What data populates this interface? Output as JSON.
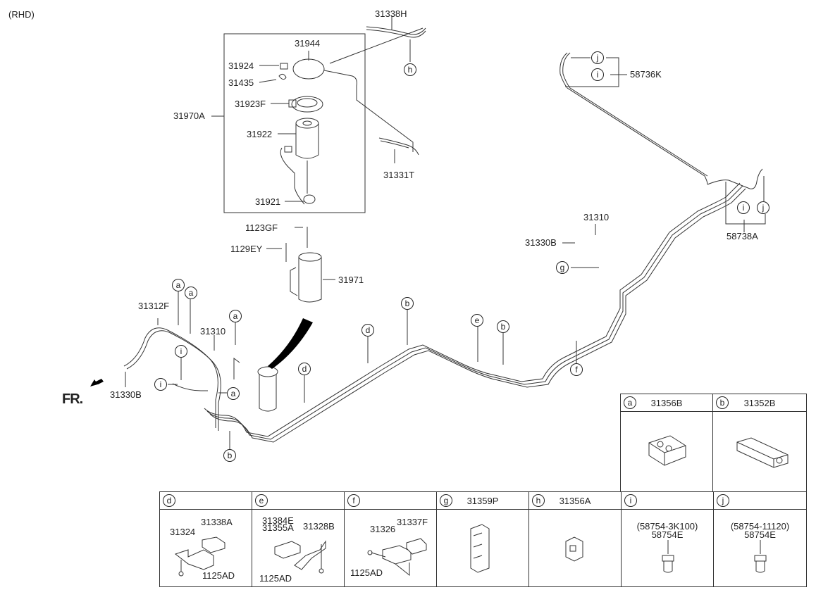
{
  "header": {
    "variant": "(RHD)"
  },
  "direction_marker": {
    "label": "FR.",
    "icon": "arrow-front-icon"
  },
  "assembly_box": {
    "code": "31970A",
    "parts": [
      "31944",
      "31924",
      "31435",
      "31923F",
      "31922",
      "31921"
    ]
  },
  "callouts": {
    "p31338H": "31338H",
    "p31331T": "31331T",
    "p1123GF": "1123GF",
    "p1129EY": "1129EY",
    "p31971": "31971",
    "p31312F": "31312F",
    "p31310_left": "31310",
    "p31330B_left": "31330B",
    "p31310_right": "31310",
    "p31330B_right": "31330B",
    "p58736K": "58736K",
    "p58738A": "58738A"
  },
  "clip_refs": {
    "a": "a",
    "b": "b",
    "d": "d",
    "e": "e",
    "f": "f",
    "g": "g",
    "h": "h",
    "i": "i",
    "j": "j"
  },
  "legend_top": [
    {
      "letter": "a",
      "code": "31356B"
    },
    {
      "letter": "b",
      "code": "31352B"
    }
  ],
  "legend_bottom": [
    {
      "letter": "d",
      "code": "",
      "parts": [
        "31338A",
        "31324",
        "1125AD"
      ]
    },
    {
      "letter": "e",
      "code": "",
      "parts": [
        "31384E",
        "31355A",
        "31328B",
        "1125AD"
      ]
    },
    {
      "letter": "f",
      "code": "",
      "parts": [
        "31337F",
        "31326",
        "1125AD"
      ]
    },
    {
      "letter": "g",
      "code": "31359P",
      "parts": []
    },
    {
      "letter": "h",
      "code": "31356A",
      "parts": []
    },
    {
      "letter": "i",
      "code": "",
      "parts": [
        "(58754-3K100)",
        "58754E"
      ]
    },
    {
      "letter": "j",
      "code": "",
      "parts": [
        "(58754-11120)",
        "58754E"
      ]
    }
  ]
}
